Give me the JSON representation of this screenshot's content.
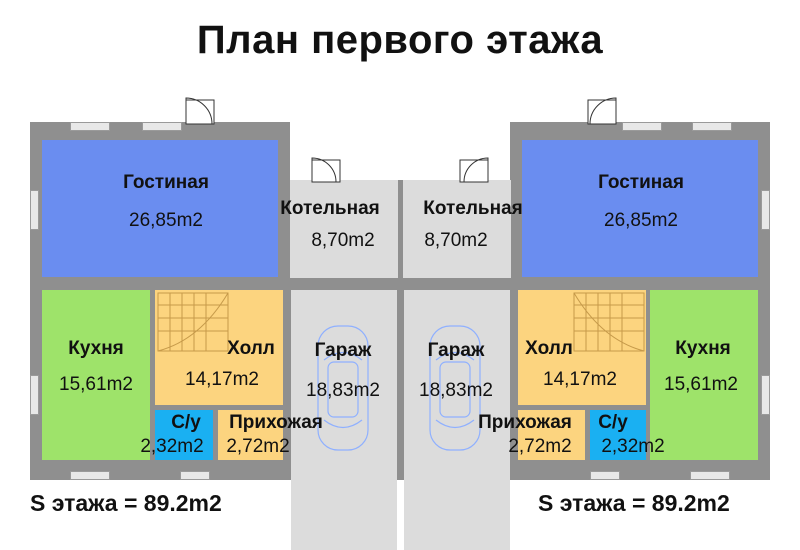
{
  "title": "План первого этажа",
  "colors": {
    "wall": "#8f8f8f",
    "living": "#6a8df0",
    "kitchen": "#9ee36a",
    "hall": "#fcd47f",
    "bathroom": "#1ab0f2",
    "garage": "#dcdcdc",
    "boiler": "#dcdcdc"
  },
  "left": {
    "living": {
      "name": "Гостиная",
      "area": "26,85m2"
    },
    "boiler": {
      "name": "Котельная",
      "area": "8,70m2"
    },
    "kitchen": {
      "name": "Кухня",
      "area": "15,61m2"
    },
    "hall": {
      "name": "Холл",
      "area": "14,17m2"
    },
    "garage": {
      "name": "Гараж",
      "area": "18,83m2"
    },
    "bathroom": {
      "name": "С/у",
      "area": "2,32m2"
    },
    "entry": {
      "name": "Прихожая",
      "area": "2,72m2"
    },
    "total": "S этажа = 89.2m2"
  },
  "right": {
    "living": {
      "name": "Гостиная",
      "area": "26,85m2"
    },
    "boiler": {
      "name": "Котельная",
      "area": "8,70m2"
    },
    "kitchen": {
      "name": "Кухня",
      "area": "15,61m2"
    },
    "hall": {
      "name": "Холл",
      "area": "14,17m2"
    },
    "garage": {
      "name": "Гараж",
      "area": "18,83m2"
    },
    "bathroom": {
      "name": "С/у",
      "area": "2,32m2"
    },
    "entry": {
      "name": "Прихожая",
      "area": "2,72m2"
    },
    "total": "S этажа = 89.2m2"
  }
}
